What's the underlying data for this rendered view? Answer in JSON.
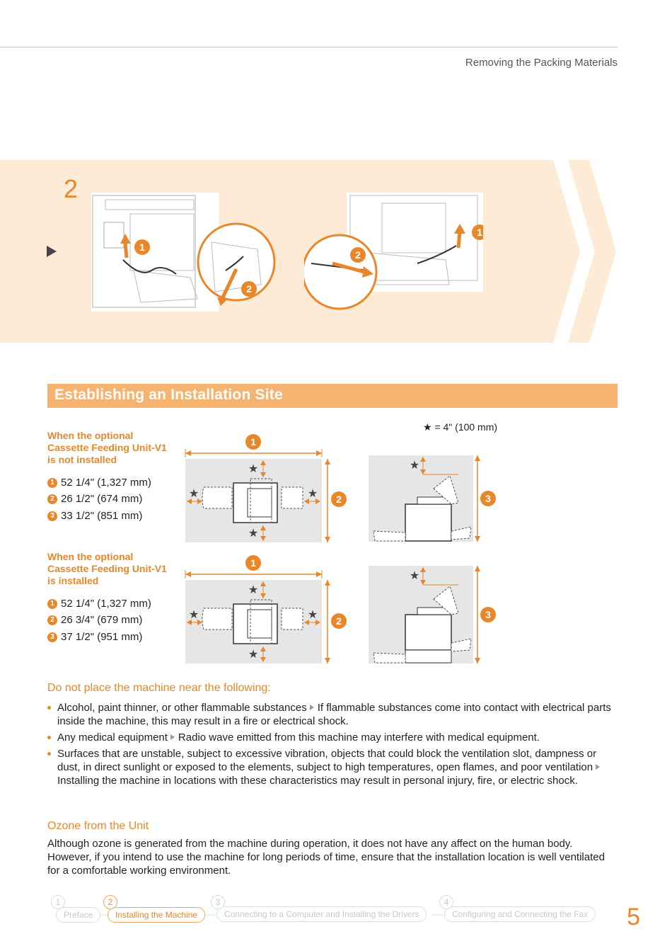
{
  "header": {
    "title": "Removing the Packing Materials"
  },
  "step": {
    "number": "2"
  },
  "section": {
    "title": "Establishing an Installation Site"
  },
  "star_legend": "★ = 4\" (100 mm)",
  "conditions": [
    {
      "heading_lines": [
        "When the optional",
        "Cassette Feeding Unit-V1",
        "is not installed"
      ],
      "measurements": [
        {
          "badge": "1",
          "text": "52 1/4\" (1,327 mm)"
        },
        {
          "badge": "2",
          "text": "26 1/2\" (674 mm)"
        },
        {
          "badge": "3",
          "text": "33 1/2\" (851 mm)"
        }
      ]
    },
    {
      "heading_lines": [
        "When the optional",
        "Cassette Feeding Unit-V1",
        "is installed"
      ],
      "measurements": [
        {
          "badge": "1",
          "text": "52 1/4\" (1,327 mm)"
        },
        {
          "badge": "2",
          "text": "26 3/4\" (679 mm)"
        },
        {
          "badge": "3",
          "text": "37 1/2\" (951 mm)"
        }
      ]
    }
  ],
  "diagram_labels": {
    "one": "1",
    "two": "2",
    "three": "3",
    "star": "★"
  },
  "warning": {
    "heading": "Do not place the machine near the following:",
    "items": [
      {
        "text": "Alcohol, paint thinner, or other flammable substances",
        "consequence": "If flammable substances come into contact with electrical parts inside the machine, this may result in a fire or electrical shock."
      },
      {
        "text": "Any medical equipment",
        "consequence": "Radio wave emitted from this machine may interfere with medical equipment."
      },
      {
        "text": "Surfaces that are unstable, subject to excessive vibration, objects that could block the ventilation slot, dampness or dust, in direct sunlight or exposed to the elements, subject to high temperatures, open flames, and poor ventilation",
        "consequence": "Installing the machine in locations with these characteristics may result in personal injury, fire, or electric shock."
      }
    ]
  },
  "ozone": {
    "heading": "Ozone from the Unit",
    "body": "Although ozone is generated from the machine during operation, it does not have any affect on the human body. However, if you intend to use the machine for long periods of time, ensure that the installation location is well ventilated for a comfortable working environment."
  },
  "footer_nav": [
    {
      "num": "1",
      "label": "Preface",
      "active": false
    },
    {
      "num": "2",
      "label": "Installing the Machine",
      "active": true
    },
    {
      "num": "3",
      "label": "Connecting to a Computer and Installing the Drivers",
      "active": false
    },
    {
      "num": "4",
      "label": "Configuring and Connecting the Fax",
      "active": false
    }
  ],
  "page_number": "5",
  "colors": {
    "accent": "#e8872a",
    "band": "#fdebd6",
    "section_bar": "#f6b36f",
    "diagram_bg": "#e6e6e6"
  }
}
